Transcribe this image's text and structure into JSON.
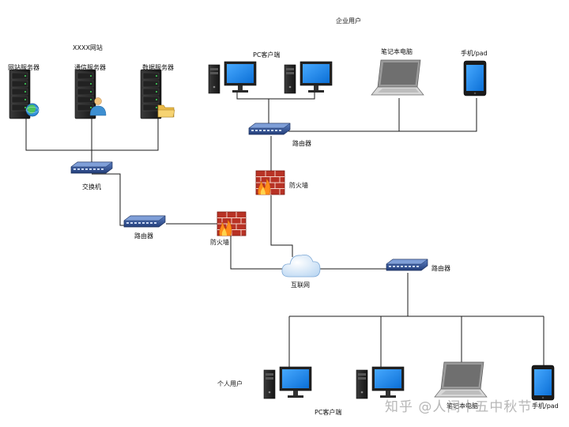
{
  "labels": {
    "site_title": "XXXX网站",
    "enterprise_title": "企业用户",
    "personal_title": "个人用户",
    "web_server": "网站服务器",
    "comm_server": "通信服务器",
    "data_server": "数据服务器",
    "switch": "交换机",
    "router_left": "路由器",
    "router_top": "路由器",
    "router_right": "路由器",
    "firewall_left": "防火墙",
    "firewall_top": "防火墙",
    "internet": "互联网",
    "pc_top": "PC客户端",
    "pc_bottom": "PC客户端",
    "laptop_top": "笔记本电脑",
    "laptop_bottom": "笔记本电脑",
    "mobile_top": "手机/pad",
    "mobile_bottom": "手机/pad"
  },
  "watermark": "知乎 @人间十五中秋节",
  "icons": [
    "server-icon",
    "globe-icon",
    "user-icon",
    "folder-icon",
    "switch-icon",
    "router-icon",
    "firewall-icon",
    "cloud-icon",
    "desktop-pc-icon",
    "laptop-icon",
    "mobile-icon"
  ],
  "colors": {
    "line": "#1a1a1a",
    "switch_blue": "#2f4f8f",
    "monitor_blue": "#1e90ff",
    "tower_dark": "#2b2b2b",
    "brick_red": "#c0392b",
    "cloud_blue": "#cfe3f7"
  }
}
